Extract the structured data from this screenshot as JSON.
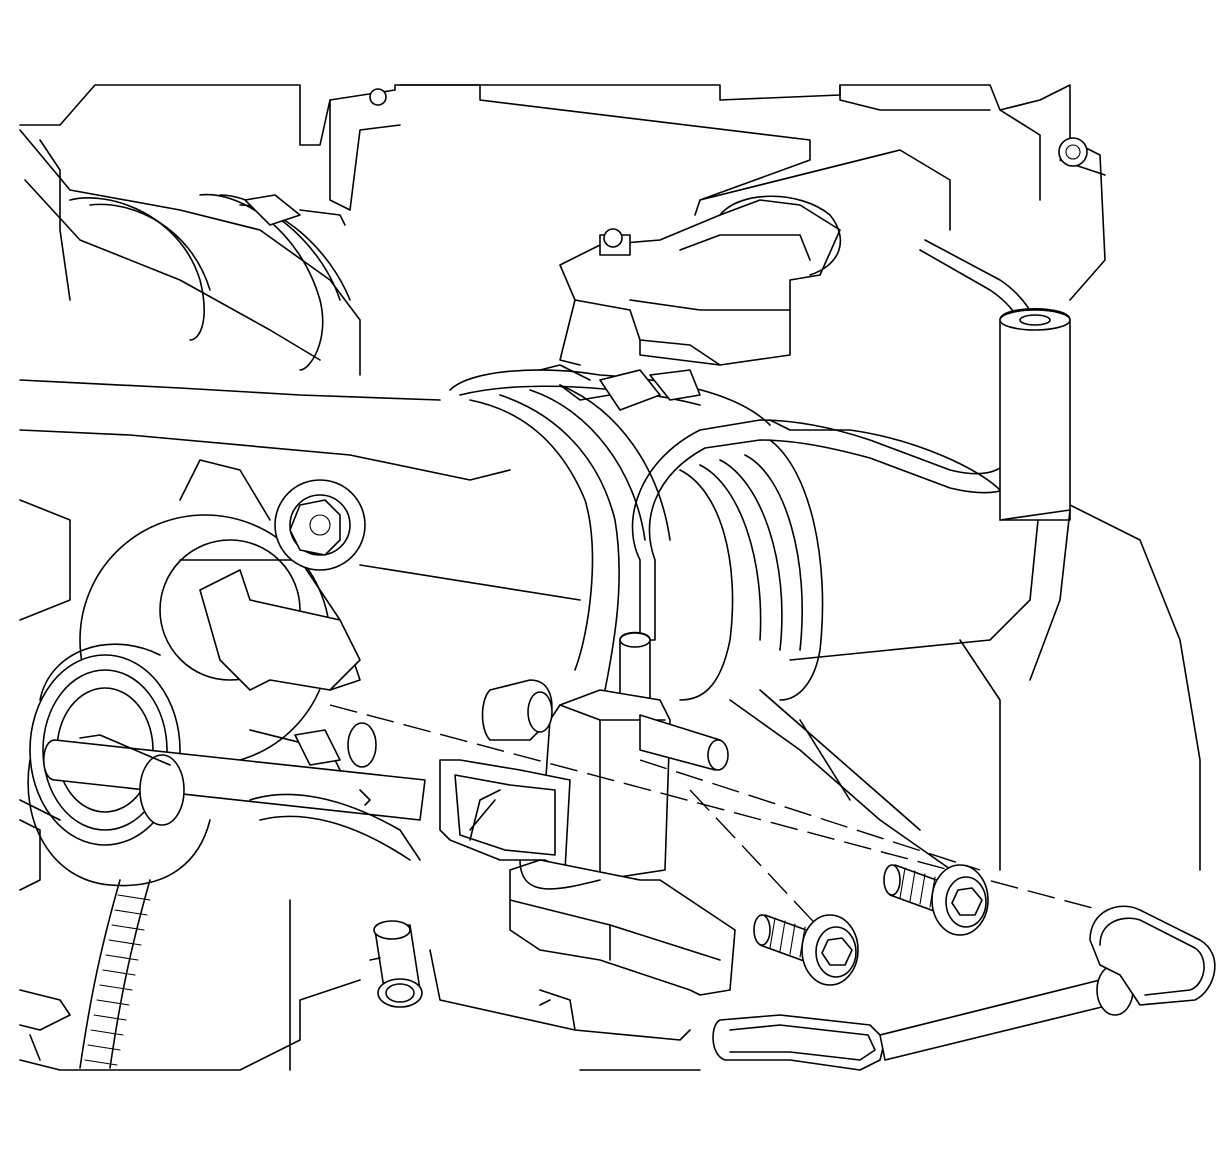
{
  "figure": {
    "background_color": "#ffffff",
    "line_color": "#000000",
    "components": [
      "intake-duct",
      "throttle-body",
      "sensor-connector",
      "vacuum-line",
      "egr-valve",
      "solenoid-valve",
      "mounting-bolt",
      "mounting-bolt",
      "bracket-tube",
      "hose-fitting",
      "wiring-harness"
    ]
  }
}
